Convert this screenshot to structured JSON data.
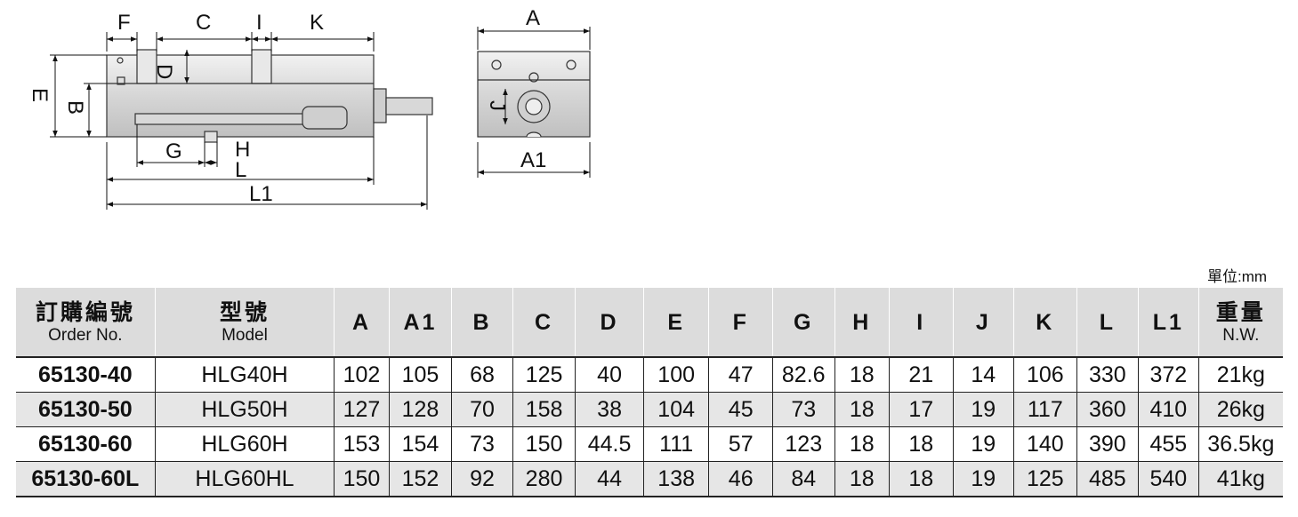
{
  "drawing_labels": {
    "F": "F",
    "C": "C",
    "I": "I",
    "K": "K",
    "D": "D",
    "E": "E",
    "B": "B",
    "G": "G",
    "H": "H",
    "L": "L",
    "L1": "L1",
    "A": "A",
    "A1": "A1",
    "J": "J"
  },
  "unit": "單位:mm",
  "table": {
    "headers": [
      {
        "cn": "訂購編號",
        "en": "Order No."
      },
      {
        "cn": "型號",
        "en": "Model"
      },
      {
        "cn": "A"
      },
      {
        "cn": "A1"
      },
      {
        "cn": "B"
      },
      {
        "cn": "C"
      },
      {
        "cn": "D"
      },
      {
        "cn": "E"
      },
      {
        "cn": "F"
      },
      {
        "cn": "G"
      },
      {
        "cn": "H"
      },
      {
        "cn": "I"
      },
      {
        "cn": "J"
      },
      {
        "cn": "K"
      },
      {
        "cn": "L"
      },
      {
        "cn": "L1"
      },
      {
        "cn": "重量",
        "en": "N.W."
      }
    ],
    "rows": [
      [
        "65130-40",
        "HLG40H",
        "102",
        "105",
        "68",
        "125",
        "40",
        "100",
        "47",
        "82.6",
        "18",
        "21",
        "14",
        "106",
        "330",
        "372",
        "21kg"
      ],
      [
        "65130-50",
        "HLG50H",
        "127",
        "128",
        "70",
        "158",
        "38",
        "104",
        "45",
        "73",
        "18",
        "17",
        "19",
        "117",
        "360",
        "410",
        "26kg"
      ],
      [
        "65130-60",
        "HLG60H",
        "153",
        "154",
        "73",
        "150",
        "44.5",
        "111",
        "57",
        "123",
        "18",
        "18",
        "19",
        "140",
        "390",
        "455",
        "36.5kg"
      ],
      [
        "65130-60L",
        "HLG60HL",
        "150",
        "152",
        "92",
        "280",
        "44",
        "138",
        "46",
        "84",
        "18",
        "18",
        "19",
        "125",
        "485",
        "540",
        "41kg"
      ]
    ]
  }
}
